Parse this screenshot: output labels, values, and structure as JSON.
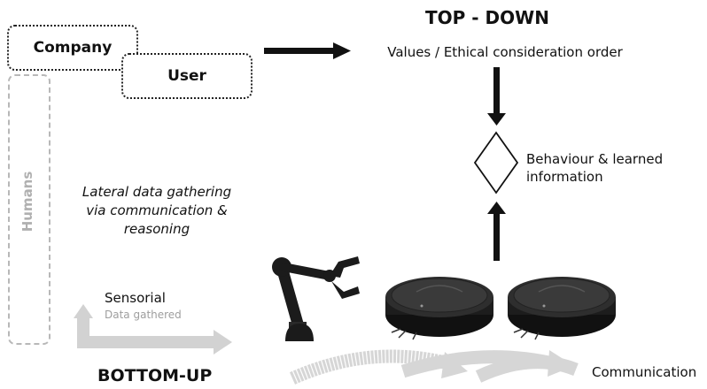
{
  "labels": {
    "company": "Company",
    "user": "User",
    "humans": "Humans",
    "top_down": "TOP - DOWN",
    "values": "Values / Ethical consideration order",
    "behaviour": "Behaviour & learned information",
    "lateral": "Lateral data gathering via communication & reasoning",
    "sensorial": "Sensorial",
    "data_gathered": "Data gathered",
    "bottom_up": "BOTTOM-UP",
    "communication": "Communication"
  },
  "icons": [
    "robot-arm-icon",
    "robot-vacuum-icon",
    "robot-vacuum-icon"
  ],
  "colors": {
    "primary": "#111111",
    "muted_arrow": "#d2d2d2",
    "dashed_border": "#b8b8b8"
  }
}
